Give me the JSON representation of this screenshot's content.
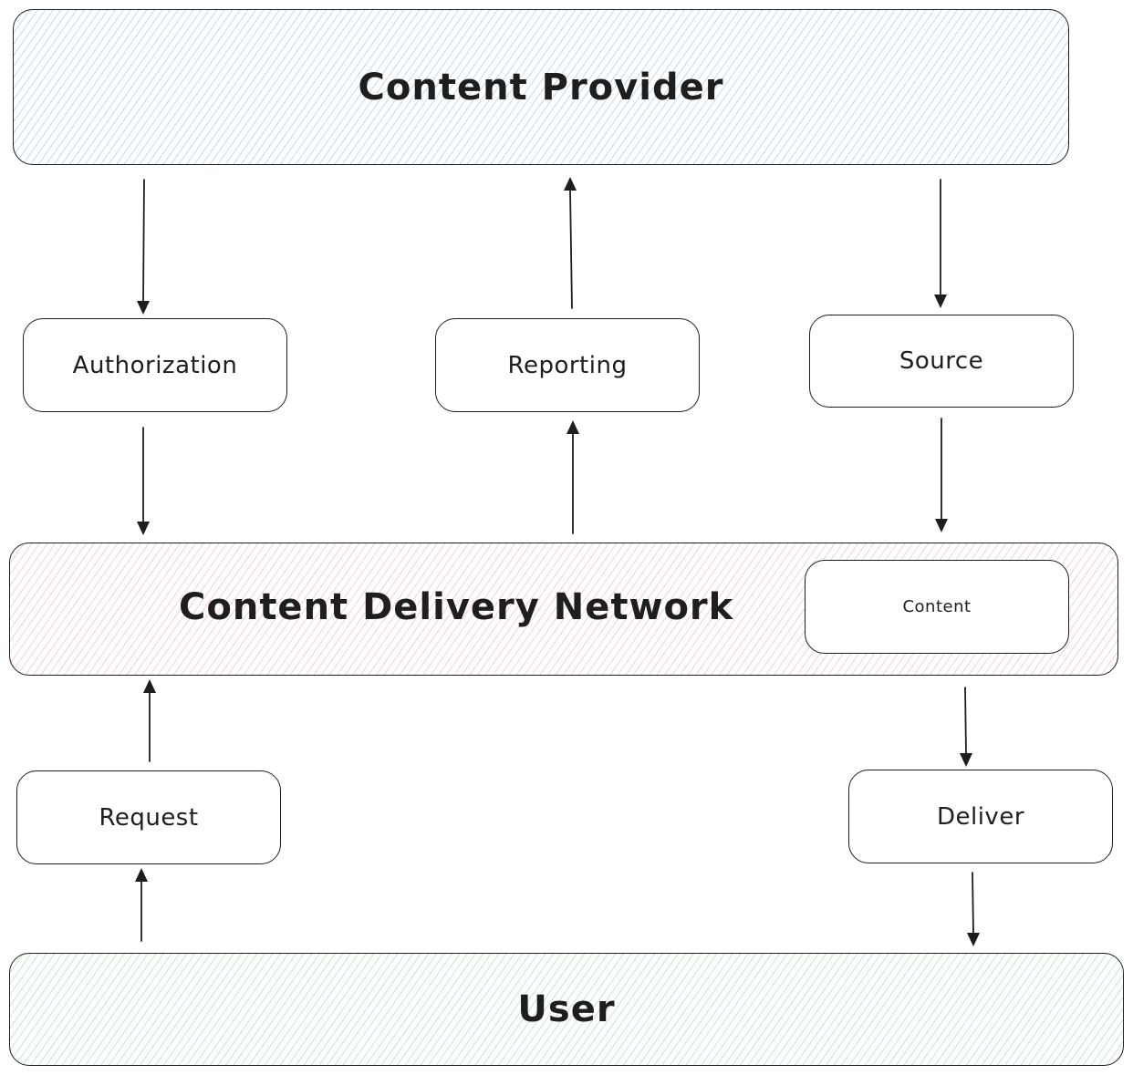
{
  "diagram": {
    "title": "",
    "nodes": {
      "content_provider": {
        "label": "Content Provider"
      },
      "authorization": {
        "label": "Authorization"
      },
      "reporting": {
        "label": "Reporting"
      },
      "source": {
        "label": "Source"
      },
      "cdn": {
        "label": "Content Delivery Network"
      },
      "content": {
        "label": "Content"
      },
      "request": {
        "label": "Request"
      },
      "deliver": {
        "label": "Deliver"
      },
      "user": {
        "label": "User"
      }
    },
    "edges": [
      {
        "from": "Content Provider",
        "to": "Authorization"
      },
      {
        "from": "Authorization",
        "to": "Content Delivery Network"
      },
      {
        "from": "Content Delivery Network",
        "to": "Reporting"
      },
      {
        "from": "Reporting",
        "to": "Content Provider"
      },
      {
        "from": "Content Provider",
        "to": "Source"
      },
      {
        "from": "Source",
        "to": "Content Delivery Network"
      },
      {
        "from": "User",
        "to": "Request"
      },
      {
        "from": "Request",
        "to": "Content Delivery Network"
      },
      {
        "from": "Content Delivery Network",
        "to": "Deliver"
      },
      {
        "from": "Deliver",
        "to": "User"
      }
    ],
    "colors": {
      "stroke": "#1e1e1e",
      "provider_fill": "#a5d8ff",
      "cdn_fill": "#ffc9c9",
      "user_fill": "#b2f2bb"
    }
  }
}
